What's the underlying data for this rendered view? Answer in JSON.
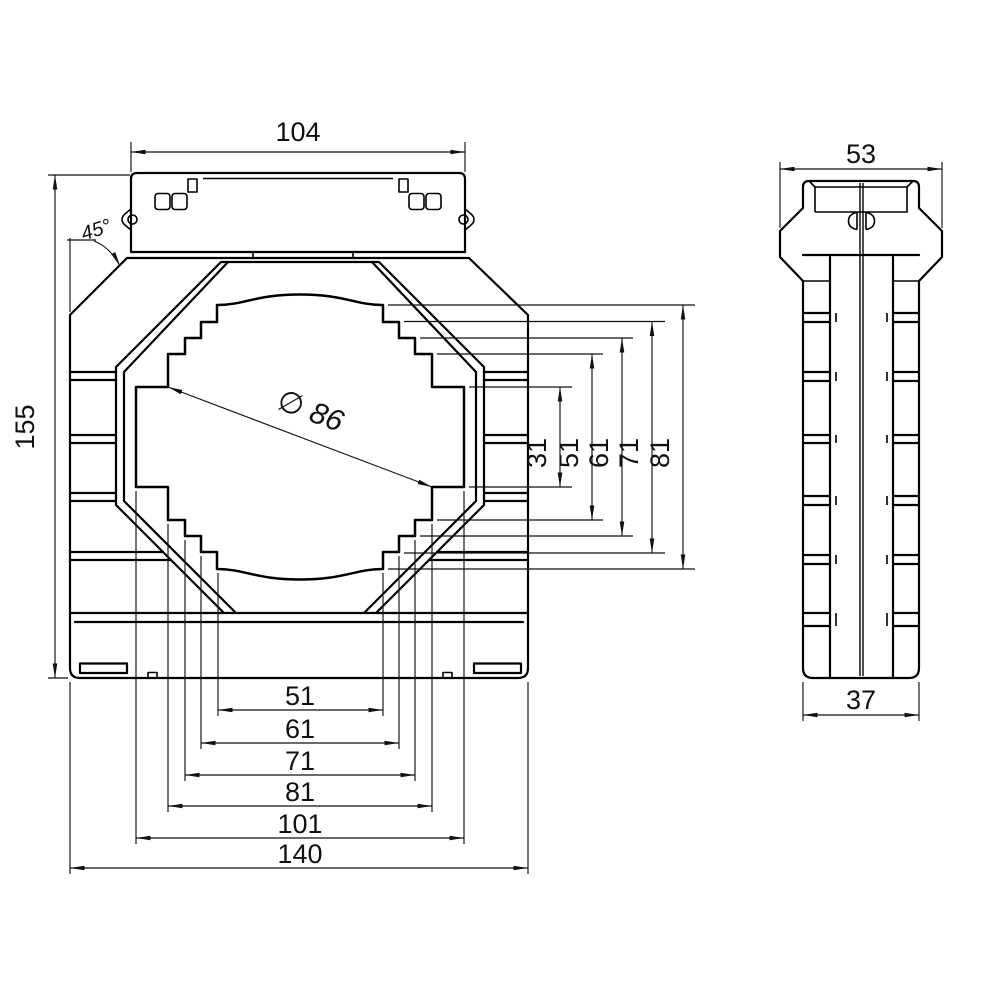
{
  "diagram": {
    "type": "technical-drawing",
    "views": {
      "front": {
        "dims": {
          "top_width": "104",
          "height": "155",
          "chamfer_angle": "45°",
          "bore_diameter": "∅ 86",
          "right_heights": [
            "31",
            "51",
            "61",
            "71",
            "81"
          ],
          "bottom_widths": [
            "51",
            "61",
            "71",
            "81",
            "101",
            "140"
          ]
        }
      },
      "side": {
        "dims": {
          "top_width": "53",
          "bottom_width": "37"
        }
      }
    },
    "colors": {
      "line": "#000000",
      "dim_line": "#111111",
      "background": "#ffffff"
    }
  }
}
